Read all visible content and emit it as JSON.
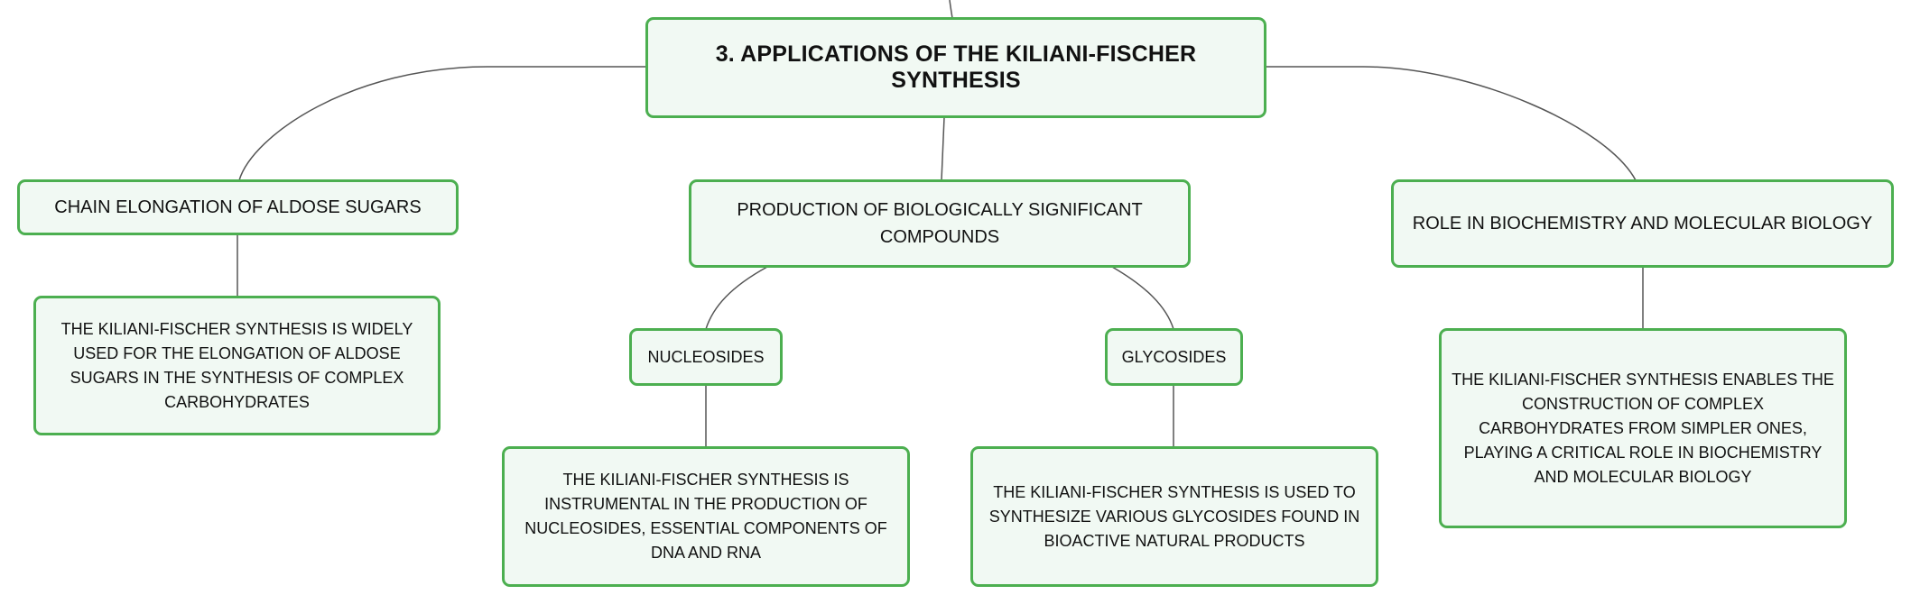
{
  "colors": {
    "node_border": "#4caf50",
    "node_fill": "#f1f9f3",
    "connector": "#555555",
    "text": "#111111"
  },
  "root": {
    "label": "3. APPLICATIONS OF THE KILIANI-FISCHER SYNTHESIS"
  },
  "branches": {
    "chain": {
      "label": "CHAIN ELONGATION OF ALDOSE SUGARS",
      "detail": "THE KILIANI-FISCHER SYNTHESIS IS WIDELY USED FOR THE ELONGATION OF ALDOSE SUGARS IN THE SYNTHESIS OF COMPLEX CARBOHYDRATES"
    },
    "production": {
      "label": "PRODUCTION OF BIOLOGICALLY SIGNIFICANT COMPOUNDS",
      "nucleosides": {
        "label": "NUCLEOSIDES",
        "detail": "THE KILIANI-FISCHER SYNTHESIS IS INSTRUMENTAL IN THE PRODUCTION OF NUCLEOSIDES, ESSENTIAL COMPONENTS OF DNA AND RNA"
      },
      "glycosides": {
        "label": "GLYCOSIDES",
        "detail": "THE KILIANI-FISCHER SYNTHESIS IS USED TO SYNTHESIZE VARIOUS GLYCOSIDES FOUND IN BIOACTIVE NATURAL PRODUCTS"
      }
    },
    "role": {
      "label": "ROLE IN BIOCHEMISTRY AND MOLECULAR BIOLOGY",
      "detail": "THE KILIANI-FISCHER SYNTHESIS ENABLES THE CONSTRUCTION OF COMPLEX CARBOHYDRATES FROM SIMPLER ONES, PLAYING A CRITICAL ROLE IN BIOCHEMISTRY AND MOLECULAR BIOLOGY"
    }
  }
}
